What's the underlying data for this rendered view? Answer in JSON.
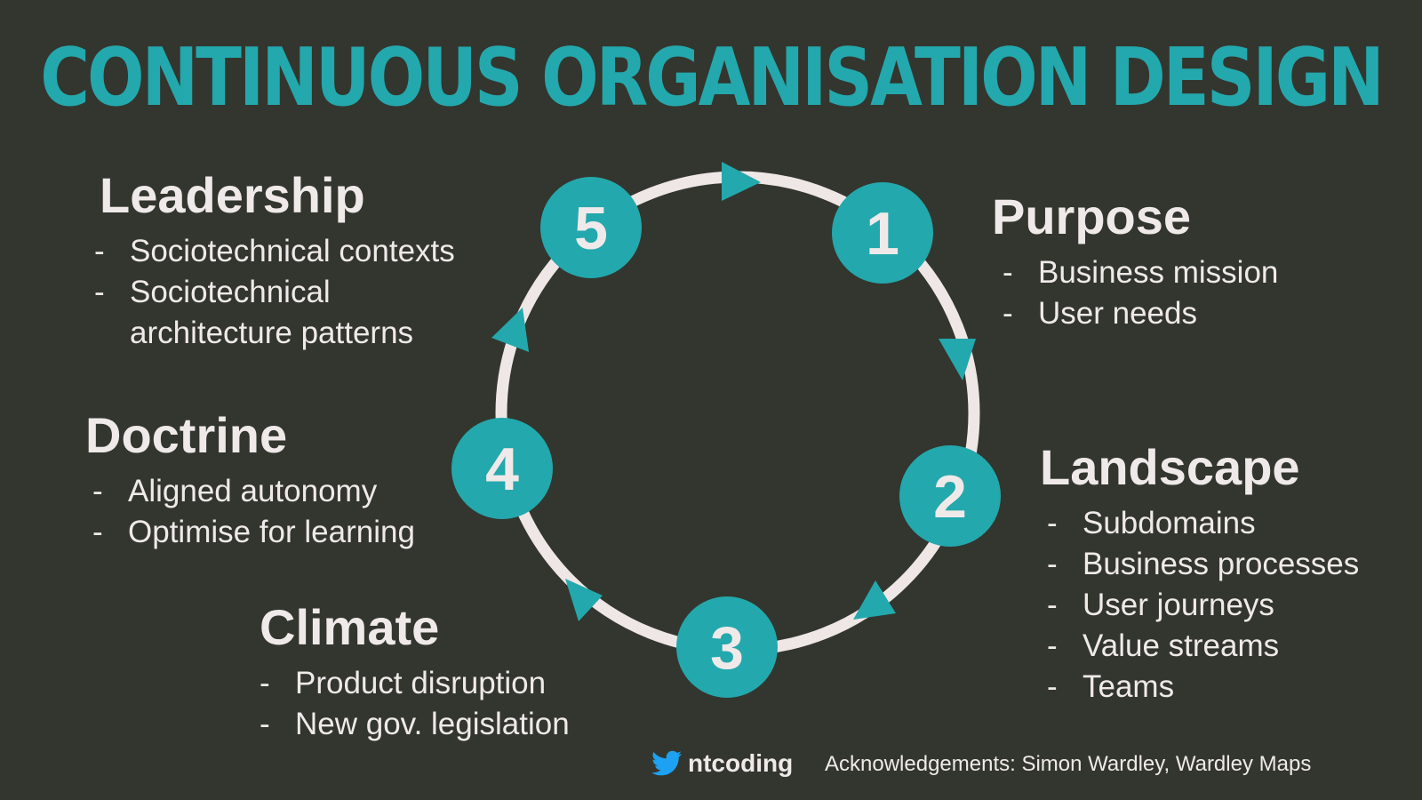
{
  "title": "CONTINUOUS ORGANISATION DESIGN",
  "colors": {
    "background": "#33362e",
    "accent": "#23a8ad",
    "text": "#efeae9",
    "ring": "#efe6e6"
  },
  "stages": [
    {
      "number": "1",
      "name": "Purpose",
      "items": [
        "Business mission",
        "User needs"
      ]
    },
    {
      "number": "2",
      "name": "Landscape",
      "items": [
        "Subdomains",
        "Business processes",
        "User journeys",
        "Value streams",
        "Teams"
      ]
    },
    {
      "number": "3",
      "name": "Climate",
      "items": [
        "Product disruption",
        "New gov. legislation"
      ]
    },
    {
      "number": "4",
      "name": "Doctrine",
      "items": [
        "Aligned autonomy",
        "Optimise for learning"
      ]
    },
    {
      "number": "5",
      "name": "Leadership",
      "items": [
        "Sociotechnical contexts",
        "Sociotechnical",
        "architecture patterns"
      ]
    }
  ],
  "footer": {
    "handle": "ntcoding",
    "handle_icon": "twitter-bird-icon",
    "acknowledgements": "Acknowledgements: Simon Wardley,  Wardley Maps"
  }
}
